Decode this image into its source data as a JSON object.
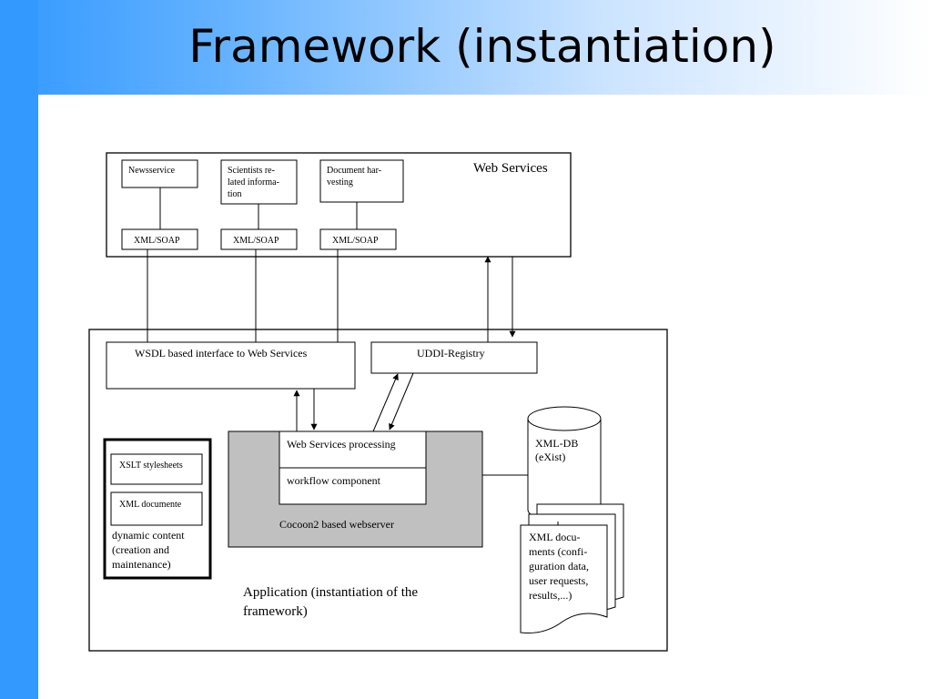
{
  "slide": {
    "title": "Framework (instantiation)"
  },
  "diagram": {
    "web_services": {
      "label": "Web Services",
      "services": [
        {
          "lines": [
            "Newsservice"
          ],
          "protocol": "XML/SOAP"
        },
        {
          "lines": [
            "Scientists re-",
            "lated informa-",
            "tion"
          ],
          "protocol": "XML/SOAP"
        },
        {
          "lines": [
            "Document har-",
            "vesting"
          ],
          "protocol": "XML/SOAP"
        }
      ]
    },
    "application": {
      "label_lines": [
        "Application (instantiation of the",
        "framework)"
      ],
      "wsdl_interface": "WSDL based interface to Web Services",
      "uddi_registry": "UDDI-Registry",
      "webserver": {
        "label": "Cocoon2 based webserver",
        "ws_processing": "Web Services processing",
        "workflow": "workflow component"
      },
      "dynamic_content": {
        "items": [
          "XSLT stylesheets",
          "XML documente"
        ],
        "caption_lines": [
          "dynamic content",
          "(creation and",
          "maintenance)"
        ]
      },
      "xml_db": {
        "lines": [
          "XML-DB",
          "(eXist)"
        ]
      },
      "xml_documents": {
        "lines": [
          "XML docu-",
          "ments (confi-",
          "guration data,",
          "user requests,",
          "results,...)"
        ]
      }
    }
  }
}
